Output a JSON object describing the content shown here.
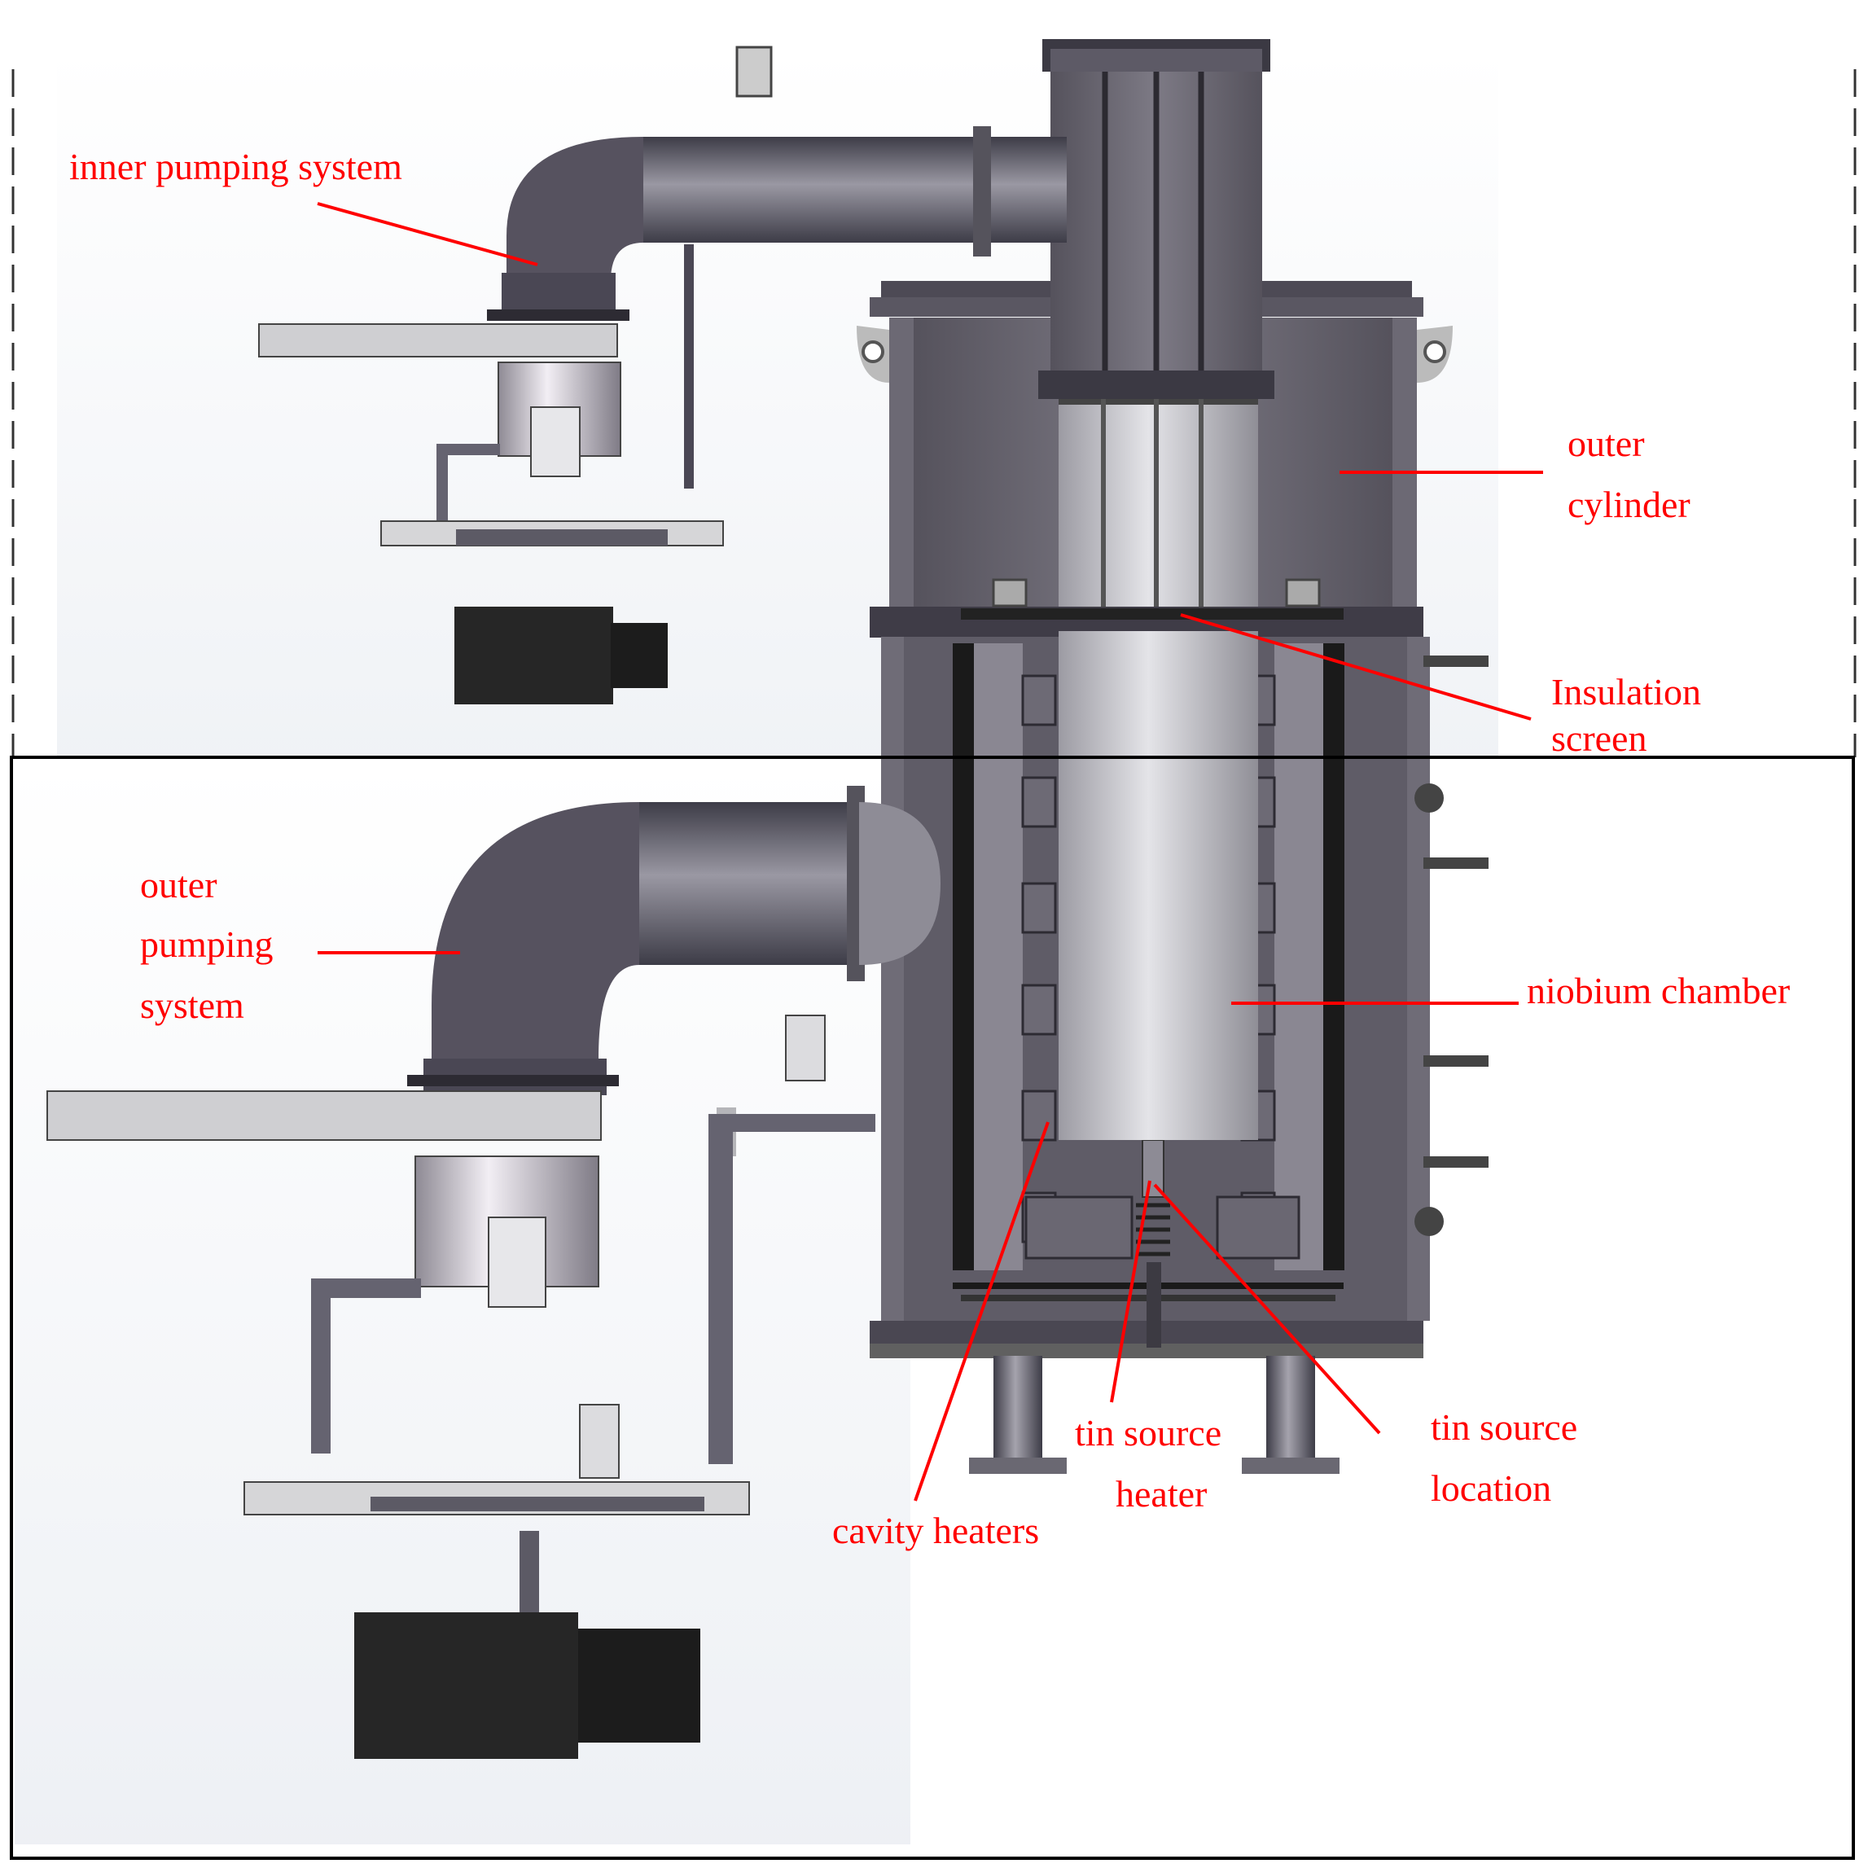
{
  "labels": {
    "inner_pumping_system": "inner pumping system",
    "outer_pumping_system": [
      "outer",
      "pumping",
      "system"
    ],
    "outer_cylinder": [
      "outer",
      "cylinder"
    ],
    "insulation_screen": [
      "Insulation",
      "screen"
    ],
    "niobium_chamber": "niobium chamber",
    "cavity_heaters": "cavity heaters",
    "tin_source_heater": [
      "tin source",
      "heater"
    ],
    "tin_source_location": [
      "tin source",
      "location"
    ]
  },
  "colors": {
    "label_text": "#ff0000",
    "leader_line": "#ff0000",
    "pipe_dark": "#4b4a55",
    "pipe_light": "#c9c8cf",
    "chamber_body": "#6e6b76",
    "niobium_chamber": "#c7c7cb",
    "pump_motor": "#2a2a2a",
    "frame": "#000000"
  }
}
